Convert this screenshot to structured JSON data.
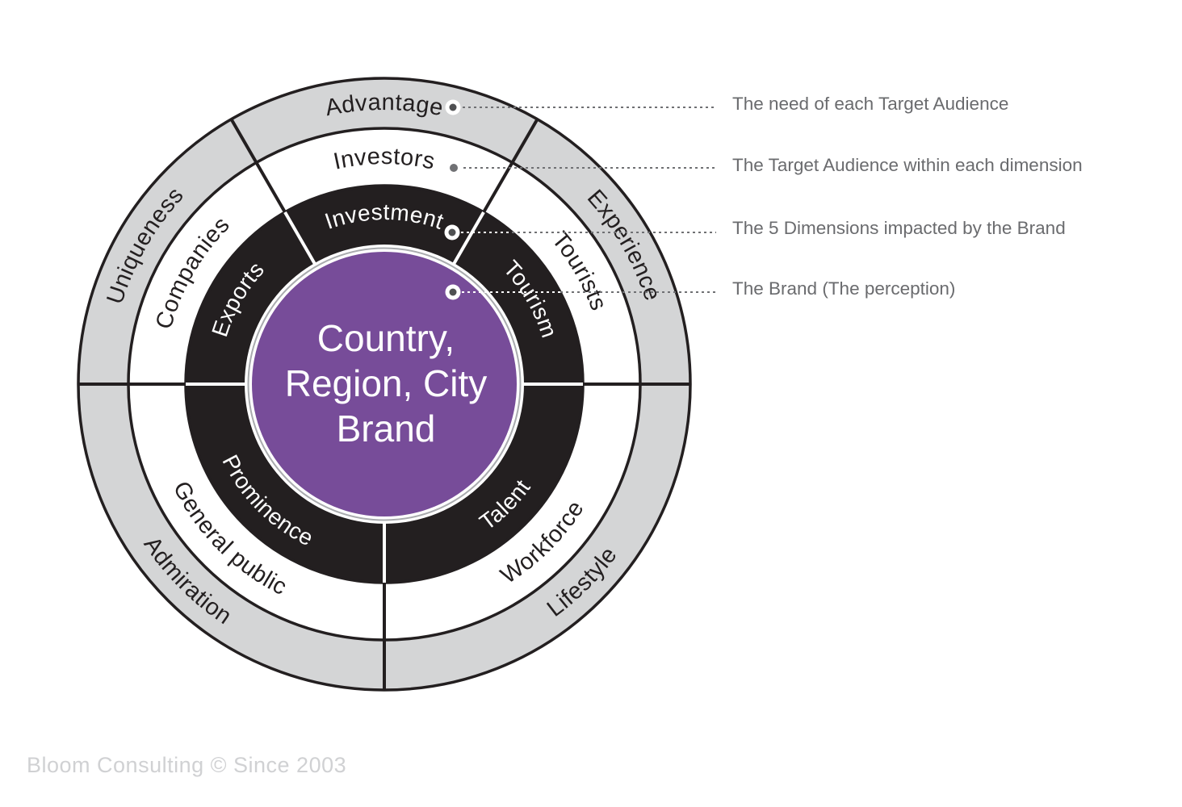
{
  "wheel": {
    "center_label": {
      "line1": "Country,",
      "line2": "Region, City",
      "line3": "Brand"
    },
    "segments": [
      {
        "dimension": "Investment",
        "audience": "Investors",
        "need": "Advantage"
      },
      {
        "dimension": "Tourism",
        "audience": "Tourists",
        "need": "Experience"
      },
      {
        "dimension": "Talent",
        "audience": "Workforce",
        "need": "Lifestyle"
      },
      {
        "dimension": "Prominence",
        "audience": "General public",
        "need": "Admiration"
      },
      {
        "dimension": "Exports",
        "audience": "Companies",
        "need": "Uniqueness"
      }
    ],
    "colors": {
      "brand_purple": "#774c99",
      "dimension_ring_black": "#231f20",
      "need_ring_gray": "#d4d5d6",
      "audience_ring_white": "#ffffff"
    }
  },
  "legend": {
    "items": [
      {
        "label": "The need of each Target Audience"
      },
      {
        "label": "The Target Audience within each dimension"
      },
      {
        "label": "The 5 Dimensions impacted by the Brand"
      },
      {
        "label": "The Brand (The perception)"
      }
    ]
  },
  "footer": {
    "credit": "Bloom Consulting © Since 2003"
  }
}
